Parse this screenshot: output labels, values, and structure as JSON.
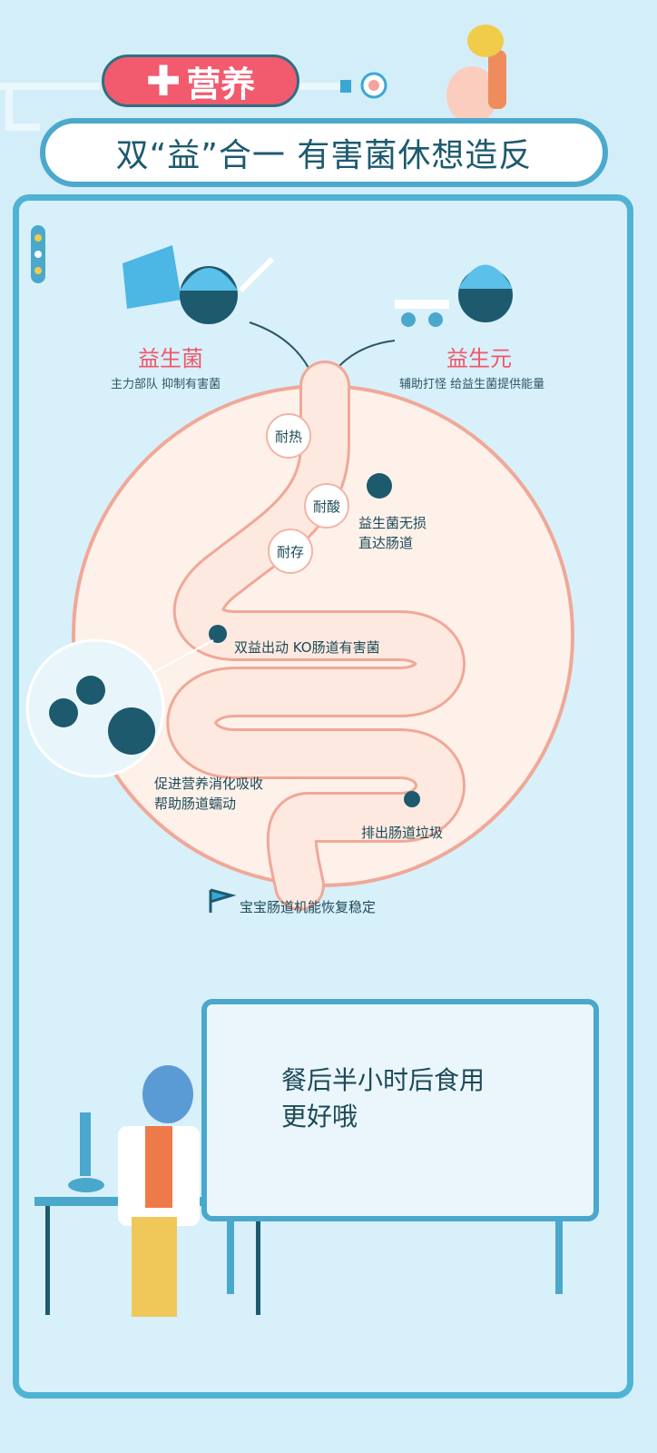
{
  "header": {
    "tag_label": "营养",
    "tag_icon": "plus-icon",
    "title": "双“益”合一 有害菌休想造反"
  },
  "probiotic": {
    "name": "益生菌",
    "desc": "主力部队 抑制有害菌"
  },
  "prebiotic": {
    "name": "益生元",
    "desc": "辅助打怪 给益生菌提供能量"
  },
  "intestine": {
    "bubbles": [
      "耐热",
      "耐酸",
      "耐存"
    ],
    "reach_label": [
      "益生菌无损",
      "直达肠道"
    ],
    "ko_label": "双益出动 KO肠道有害菌",
    "digest_label": [
      "促进营养消化吸收",
      "帮助肠道蠕动"
    ],
    "waste_label": "排出肠道垃圾"
  },
  "result": {
    "icon": "flag-icon",
    "text": "宝宝肠道机能恢复稳定"
  },
  "board": {
    "lines": [
      "餐后半小时后食用",
      "更好哦"
    ]
  },
  "colors": {
    "accent_red": "#f25a6e",
    "border_blue": "#4fb3d4",
    "dark_teal": "#1d5a6e",
    "intestine": "#f0a898"
  }
}
